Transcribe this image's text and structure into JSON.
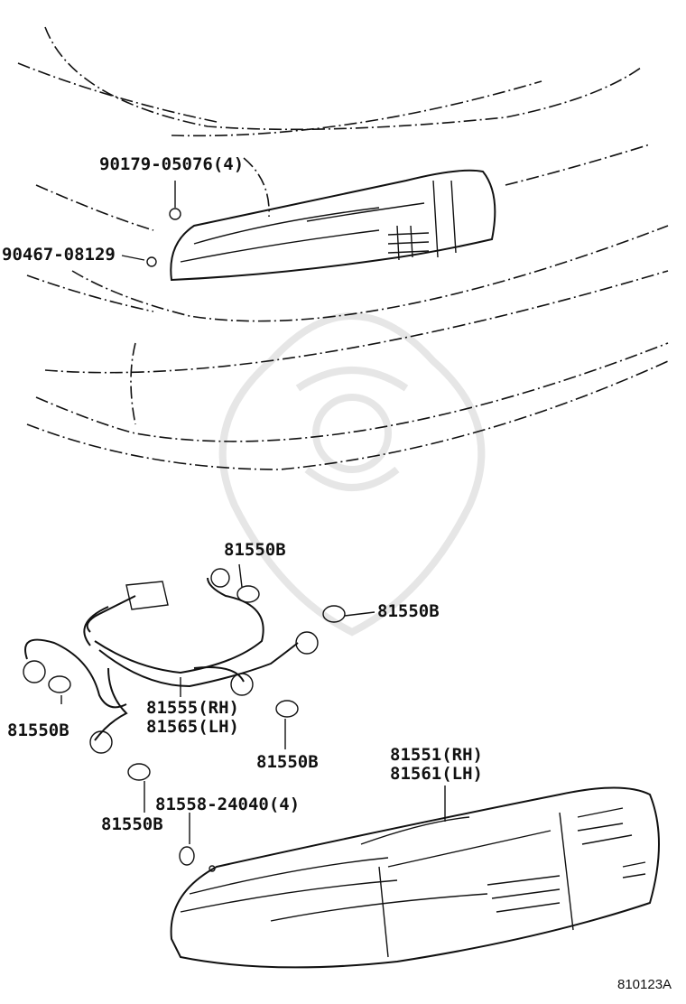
{
  "callouts": {
    "nut_90179": "90179-05076(4)",
    "screw_90467": "90467-08129",
    "bulb_top_left": "81550B",
    "bulb_right": "81550B",
    "bulb_left": "81550B",
    "bulb_lower_mid": "81550B",
    "bulb_bottom": "81550B",
    "socket_rh": "81555(RH)",
    "socket_lh": "81565(LH)",
    "lamp_rh": "81551(RH)",
    "lamp_lh": "81561(LH)",
    "gasket": "81558-24040(4)"
  },
  "figure_id": "810123A"
}
